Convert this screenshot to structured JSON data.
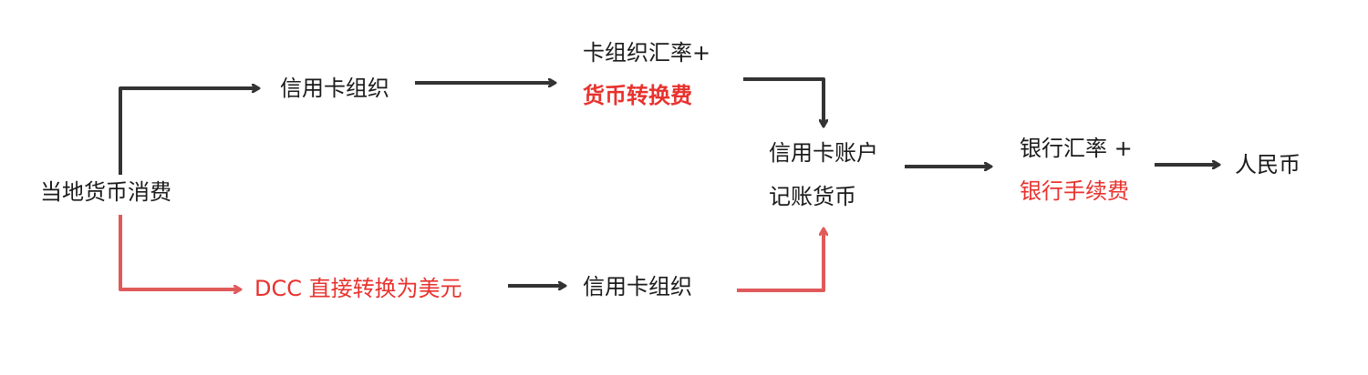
{
  "nodes": {
    "local_spend": "当地货币消费",
    "card_org_top": "信用卡组织",
    "card_rate": "卡组织汇率+",
    "conversion_fee": "货币转换费",
    "card_account": "信用卡账户",
    "billing_currency": "记账货币",
    "bank_rate": "银行汇率 +",
    "bank_fee": "银行手续费",
    "rmb": "人民币",
    "dcc": "DCC 直接转换为美元",
    "card_org_bottom": "信用卡组织"
  },
  "colors": {
    "dark_arrow": "#333333",
    "red_arrow": "#e05a5a",
    "red_text": "#e8322e",
    "text": "#1a1a1a"
  }
}
